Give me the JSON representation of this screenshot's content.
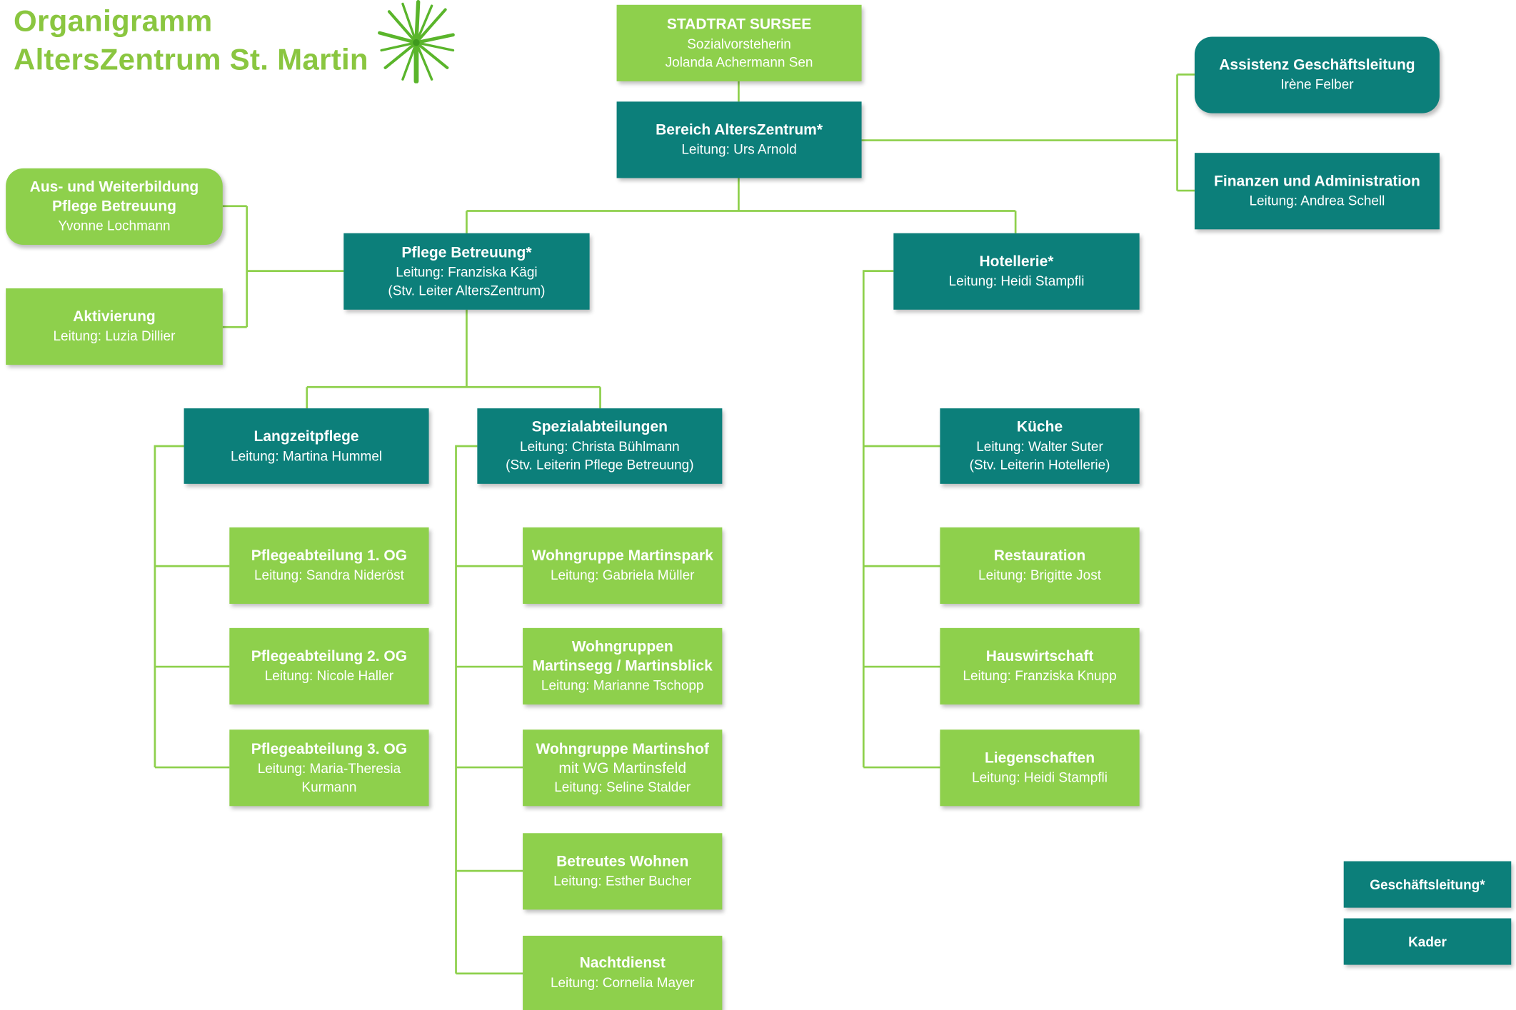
{
  "title": {
    "line1": "Organigramm",
    "line2": "AltersZentrum St. Martin"
  },
  "logo": {
    "icon": "star-flower-logo",
    "color": "#8ac640"
  },
  "colors": {
    "green": "#8ed04c",
    "teal": "#0c7f7a",
    "title": "#8ac640",
    "connector": "#8ed04c"
  },
  "nodes": {
    "stadtrat": {
      "title": "STADTRAT SURSEE",
      "lines": [
        "Sozialvorsteherin",
        "Jolanda Achermann Sen"
      ]
    },
    "bereich": {
      "title": "Bereich AltersZentrum*",
      "lines": [
        "Leitung: Urs Arnold"
      ]
    },
    "assistenz": {
      "title": "Assistenz Geschäftsleitung",
      "lines": [
        "Irène Felber"
      ]
    },
    "finanzen": {
      "title": "Finanzen und Administration",
      "lines": [
        "Leitung: Andrea Schell"
      ]
    },
    "ausbildung": {
      "title": [
        "Aus- und Weiterbildung",
        "Pflege Betreuung"
      ],
      "lines": [
        "Yvonne Lochmann"
      ]
    },
    "aktivierung": {
      "title": "Aktivierung",
      "lines": [
        "Leitung: Luzia Dillier"
      ]
    },
    "pflege": {
      "title": "Pflege Betreuung*",
      "lines": [
        "Leitung: Franziska Kägi",
        "(Stv. Leiter AltersZentrum)"
      ]
    },
    "hotellerie": {
      "title": "Hotellerie*",
      "lines": [
        "Leitung: Heidi Stampfli"
      ]
    },
    "langzeit": {
      "title": "Langzeitpflege",
      "lines": [
        "Leitung: Martina Hummel"
      ]
    },
    "spezial": {
      "title": "Spezialabteilungen",
      "lines": [
        "Leitung: Christa Bühlmann",
        "(Stv. Leiterin Pflege Betreuung)"
      ]
    },
    "kueche": {
      "title": "Küche",
      "lines": [
        "Leitung: Walter Suter",
        "(Stv. Leiterin Hotellerie)"
      ]
    },
    "pa1": {
      "title": "Pflegeabteilung 1. OG",
      "lines": [
        "Leitung: Sandra Nideröst"
      ]
    },
    "pa2": {
      "title": "Pflegeabteilung 2. OG",
      "lines": [
        "Leitung: Nicole Haller"
      ]
    },
    "pa3": {
      "title": "Pflegeabteilung 3. OG",
      "lines": [
        "Leitung: Maria-Theresia",
        "Kurmann"
      ]
    },
    "wg_park": {
      "title": "Wohngruppe Martinspark",
      "lines": [
        "Leitung: Gabriela Müller"
      ]
    },
    "wg_segg": {
      "title": [
        "Wohngruppen",
        "Martinsegg / Martinsblick"
      ],
      "lines": [
        "Leitung: Marianne Tschopp"
      ]
    },
    "wg_hof": {
      "title": [
        "Wohngruppe Martinshof",
        "mit  WG Martinsfeld"
      ],
      "lines": [
        "Leitung: Seline Stalder"
      ]
    },
    "betreut": {
      "title": "Betreutes Wohnen",
      "lines": [
        "Leitung: Esther Bucher"
      ]
    },
    "nacht": {
      "title": "Nachtdienst",
      "lines": [
        "Leitung: Cornelia Mayer"
      ]
    },
    "restauration": {
      "title": "Restauration",
      "lines": [
        "Leitung: Brigitte Jost"
      ]
    },
    "hauswirtschaft": {
      "title": "Hauswirtschaft",
      "lines": [
        "Leitung: Franziska Knupp"
      ]
    },
    "liegenschaften": {
      "title": "Liegenschaften",
      "lines": [
        "Leitung: Heidi Stampfli"
      ]
    }
  },
  "legend": {
    "geschaeftsleitung": "Geschäftsleitung*",
    "kader": "Kader"
  }
}
